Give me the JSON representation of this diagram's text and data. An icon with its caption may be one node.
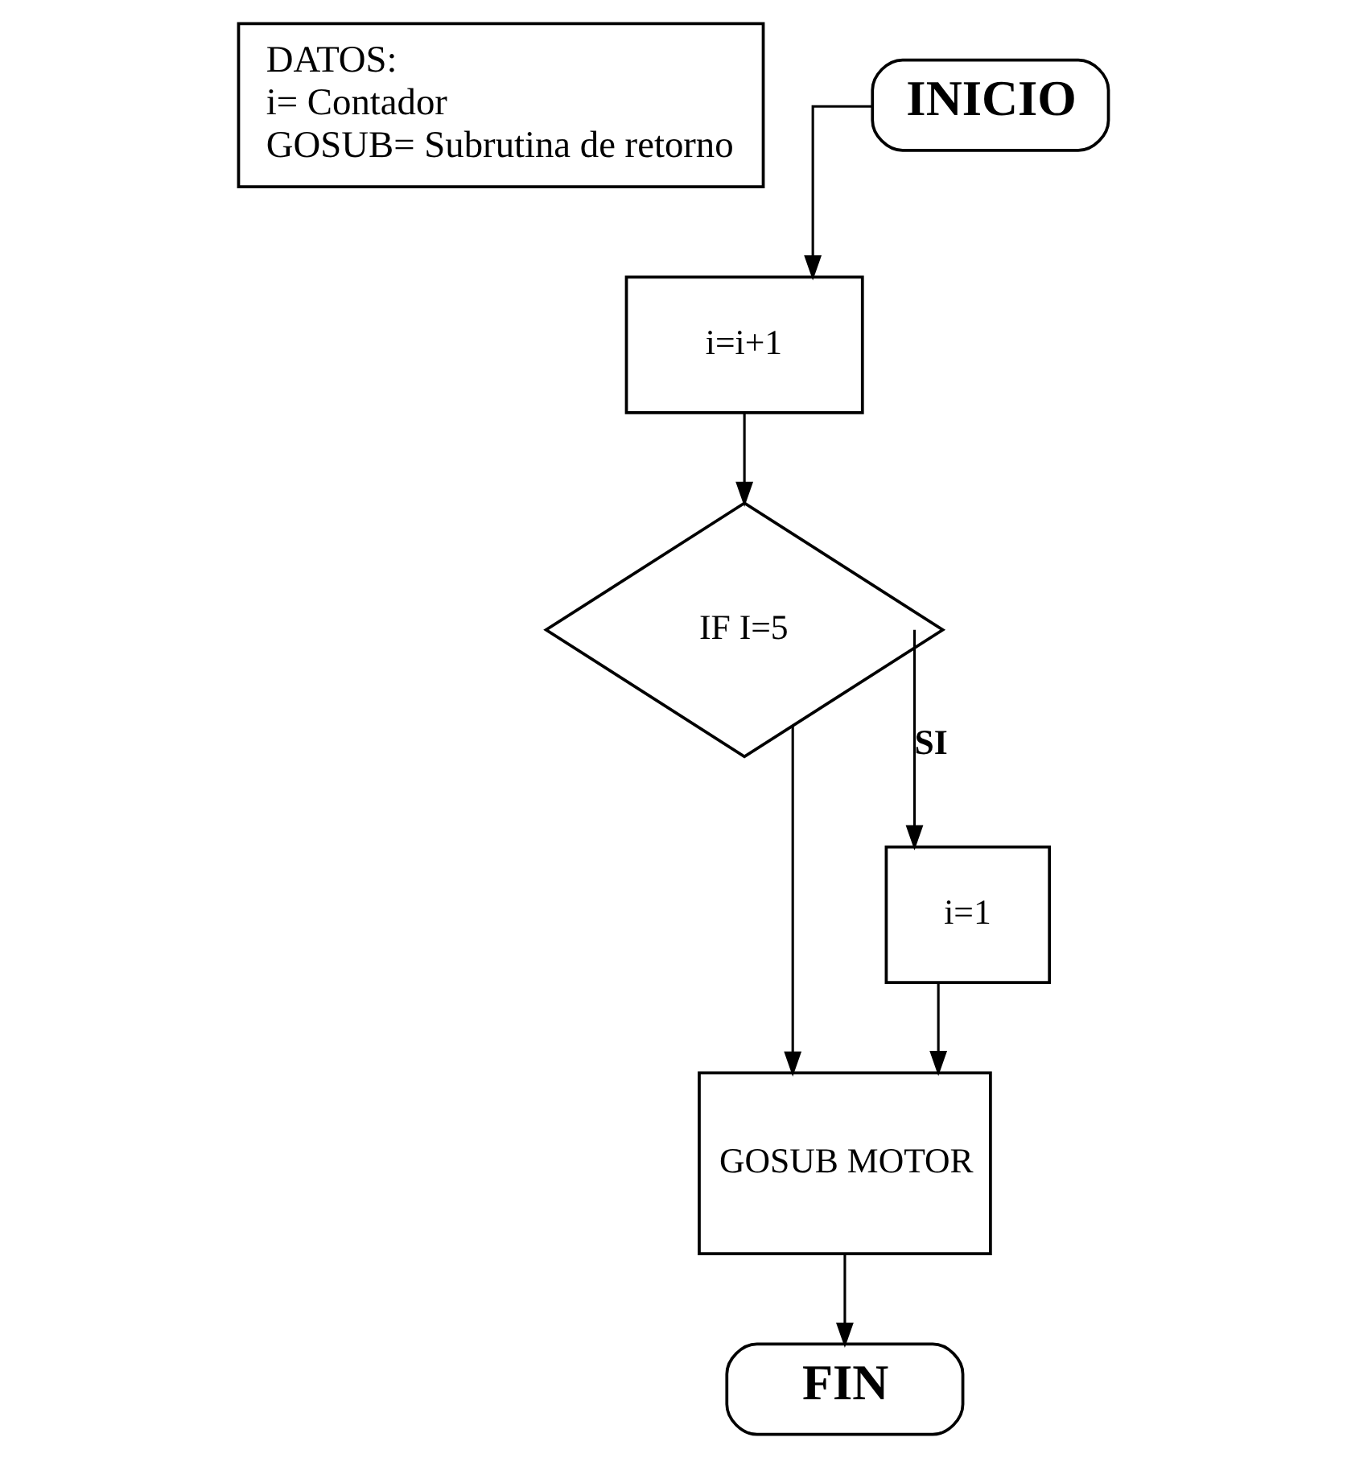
{
  "diagram": {
    "nodes": [
      {
        "text": [
          "DATOS:",
          "i= Contador",
          "GOSUB= Subrutina de retorno"
        ]
      },
      {
        "text": [
          "INICIO"
        ]
      },
      {
        "text": [
          "i=i+1"
        ]
      },
      {
        "text": [
          "IF I=5"
        ]
      },
      {
        "text": [
          "i=1"
        ]
      },
      {
        "text": [
          "GOSUB MOTOR"
        ]
      },
      {
        "text": [
          "FIN"
        ]
      }
    ],
    "edges": [
      {
        "from": 1,
        "to": 2,
        "arrow": "to"
      },
      {
        "from": 2,
        "to": 3,
        "arrow": "to"
      },
      {
        "from": 3,
        "to": 4,
        "arrow": "to",
        "label": "SI"
      },
      {
        "from": 3,
        "to": 5,
        "arrow": "to"
      },
      {
        "from": 4,
        "to": 5,
        "arrow": "to"
      },
      {
        "from": 5,
        "to": 6,
        "arrow": "to"
      }
    ]
  }
}
